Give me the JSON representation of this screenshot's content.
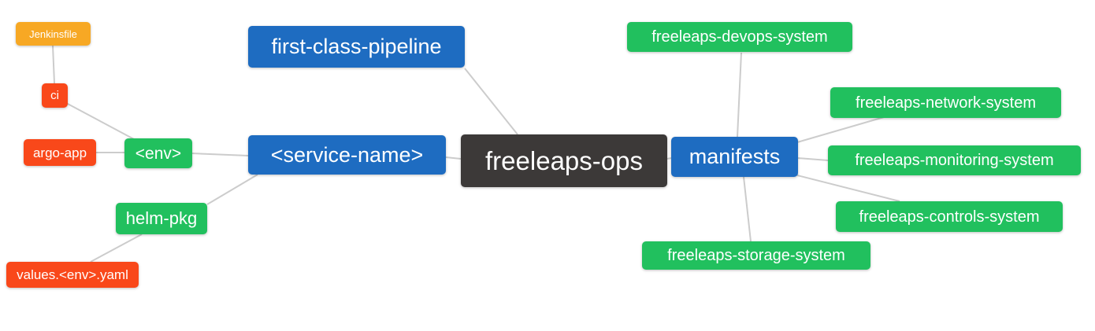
{
  "diagram": {
    "type": "mind-map",
    "root_label": "freeleaps-ops",
    "colors": {
      "root_bg": "#3c3938",
      "branch_blue": "#1e6cc1",
      "leaf_green": "#21c05e",
      "leaf_red": "#f9481a",
      "leaf_orange": "#f7a824",
      "edge": "#cccccc",
      "node_text": "#ffffff"
    },
    "nodes": {
      "root": {
        "label": "freeleaps-ops"
      },
      "first_class_pipeline": {
        "label": "first-class-pipeline"
      },
      "service_name": {
        "label": "<service-name>"
      },
      "env": {
        "label": "<env>"
      },
      "ci": {
        "label": "ci"
      },
      "jenkinsfile": {
        "label": "Jenkinsfile"
      },
      "argo_app": {
        "label": "argo-app"
      },
      "helm_pkg": {
        "label": "helm-pkg"
      },
      "values_env_yaml": {
        "label": "values.<env>.yaml"
      },
      "manifests": {
        "label": "manifests"
      },
      "devops_system": {
        "label": "freeleaps-devops-system"
      },
      "network_system": {
        "label": "freeleaps-network-system"
      },
      "monitoring_system": {
        "label": "freeleaps-monitoring-system"
      },
      "controls_system": {
        "label": "freeleaps-controls-system"
      },
      "storage_system": {
        "label": "freeleaps-storage-system"
      }
    },
    "edges": [
      {
        "from": "freeleaps-ops",
        "to": "first-class-pipeline"
      },
      {
        "from": "freeleaps-ops",
        "to": "<service-name>"
      },
      {
        "from": "freeleaps-ops",
        "to": "manifests"
      },
      {
        "from": "<service-name>",
        "to": "<env>"
      },
      {
        "from": "<service-name>",
        "to": "helm-pkg"
      },
      {
        "from": "<env>",
        "to": "ci"
      },
      {
        "from": "<env>",
        "to": "argo-app"
      },
      {
        "from": "ci",
        "to": "Jenkinsfile"
      },
      {
        "from": "helm-pkg",
        "to": "values.<env>.yaml"
      },
      {
        "from": "manifests",
        "to": "freeleaps-devops-system"
      },
      {
        "from": "manifests",
        "to": "freeleaps-network-system"
      },
      {
        "from": "manifests",
        "to": "freeleaps-monitoring-system"
      },
      {
        "from": "manifests",
        "to": "freeleaps-controls-system"
      },
      {
        "from": "manifests",
        "to": "freeleaps-storage-system"
      }
    ]
  }
}
